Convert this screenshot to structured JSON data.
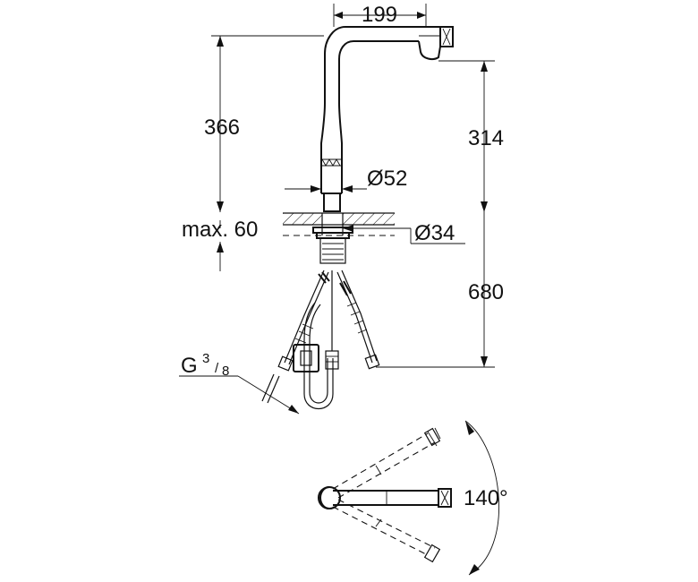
{
  "dimensions": {
    "width_top": "199",
    "height_total": "366",
    "height_spout": "314",
    "body_diameter": "Ø52",
    "max_thickness": "max. 60",
    "hole_diameter": "Ø34",
    "hose_length": "680",
    "connection_prefix": "G",
    "connection_num": "3",
    "connection_den": "8",
    "swivel_angle": "140°"
  }
}
